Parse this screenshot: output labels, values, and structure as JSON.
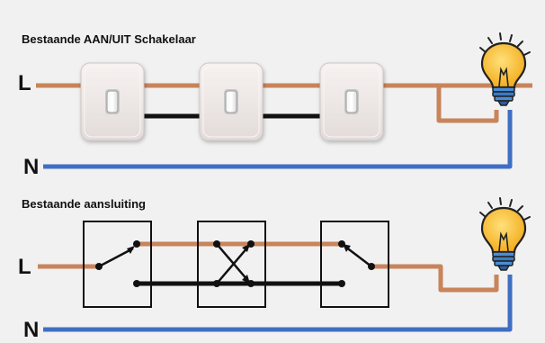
{
  "sections": [
    {
      "title": "Bestaande AAN/UIT Schakelaar",
      "live_label": "L",
      "neutral_label": "N"
    },
    {
      "title": "Bestaande aansluiting",
      "live_label": "L",
      "neutral_label": "N"
    }
  ],
  "colors": {
    "live_wire": "#c8845a",
    "neutral_wire": "#3f6fc4",
    "traveler_wire": "#111111",
    "bulb_glass": "#f6b829",
    "bulb_base": "#4a8dd6",
    "switch_plate": "#ece6e4",
    "background": "#f1f1f1"
  },
  "icons": [
    "light-bulb-icon",
    "wall-switch-icon",
    "switch-contact-icon"
  ]
}
